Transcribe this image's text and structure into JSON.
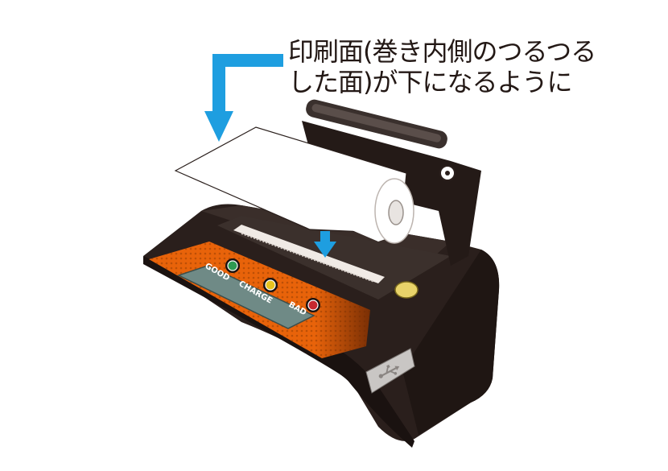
{
  "instruction": {
    "line1": "印刷面(巻き内側のつるつる",
    "line2": "した面)が下になるように"
  },
  "indicators": [
    {
      "label": "GOOD",
      "color": "#2e9a52"
    },
    {
      "label": "CHARGE",
      "color": "#e8c21f"
    },
    {
      "label": "BAD",
      "color": "#c8282e"
    }
  ],
  "icons": {
    "port": "usb-icon",
    "arrow_main": "arrow-down-icon",
    "arrow_slot": "arrow-down-icon"
  },
  "colors": {
    "body": "#2a1f1c",
    "panel": "#e8630a",
    "arrow": "#1e9ee0",
    "paper": "#ffffff"
  }
}
